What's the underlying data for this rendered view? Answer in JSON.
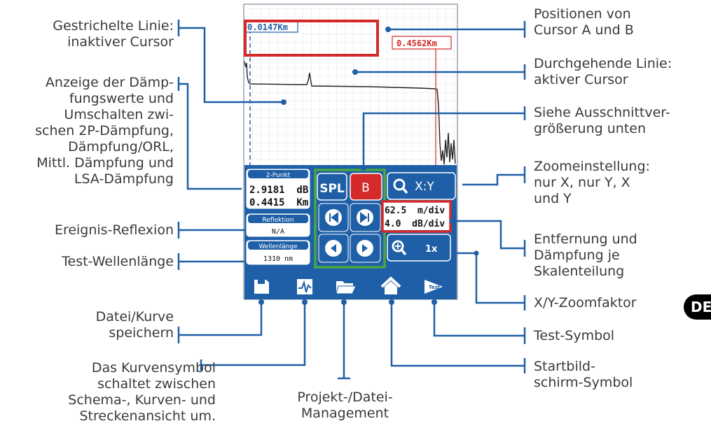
{
  "screen": {
    "cursor_a_value": "0.0147Km",
    "cursor_b_value": "0.4562Km",
    "atten_mode": "2-Punkt",
    "atten_db": "2.9181  dB",
    "atten_km": "0.4415  Km",
    "reflection_title": "Reflektion",
    "reflection_value": "N/A",
    "wavelength_title": "Wellenlänge",
    "wavelength_value": "1310 nm",
    "btn_spl": "SPL",
    "btn_b": "B",
    "btn_zoom_mode": "X:Y",
    "scale_distance": "62.5  m/div",
    "scale_db": "4.0  dB/div",
    "btn_zoom_factor": "1x",
    "test_icon_text": "Test"
  },
  "colors": {
    "blue": "#1f5fa8",
    "red": "#d42a2a",
    "green": "#49a83f"
  },
  "labels": {
    "dashed_line": "Gestrichelte Linie:\ninaktiver Cursor",
    "attenuation": "Anzeige der Dämp-\nfungswerte und\nUmschalten zwi-\nschen 2P-Dämpfung,\nDämpfung/ORL,\nMittl. Dämpfung und\nLSA-Dämpfung",
    "event_reflection": "Ereignis-Reflexion",
    "test_wavelength": "Test-Wellenlänge",
    "save_file": "Datei/Kurve\nspeichern",
    "trace_icon": "Das Kurvensymbol\nschaltet zwischen\nSchema-, Kurven- und\nStreckenansicht um.",
    "project_mgmt": "Projekt-/Datei-\nManagement",
    "cursor_positions": "Positionen von\nCursor A und B",
    "solid_line": "Durchgehende Linie:\naktiver Cursor",
    "detail_view": "Siehe Ausschnittver-\ngrößerung unten",
    "zoom_setting": "Zoomeinstellung:\nnur X, nur Y, X\nund Y",
    "distance_atten": "Entfernung und\nDämpfung je\nSkalenteilung",
    "xy_zoom": "X/Y-Zoomfaktor",
    "test_symbol": "Test-Symbol",
    "home_symbol": "Startbild-\nschirm-Symbol",
    "lang_badge": "DE"
  }
}
